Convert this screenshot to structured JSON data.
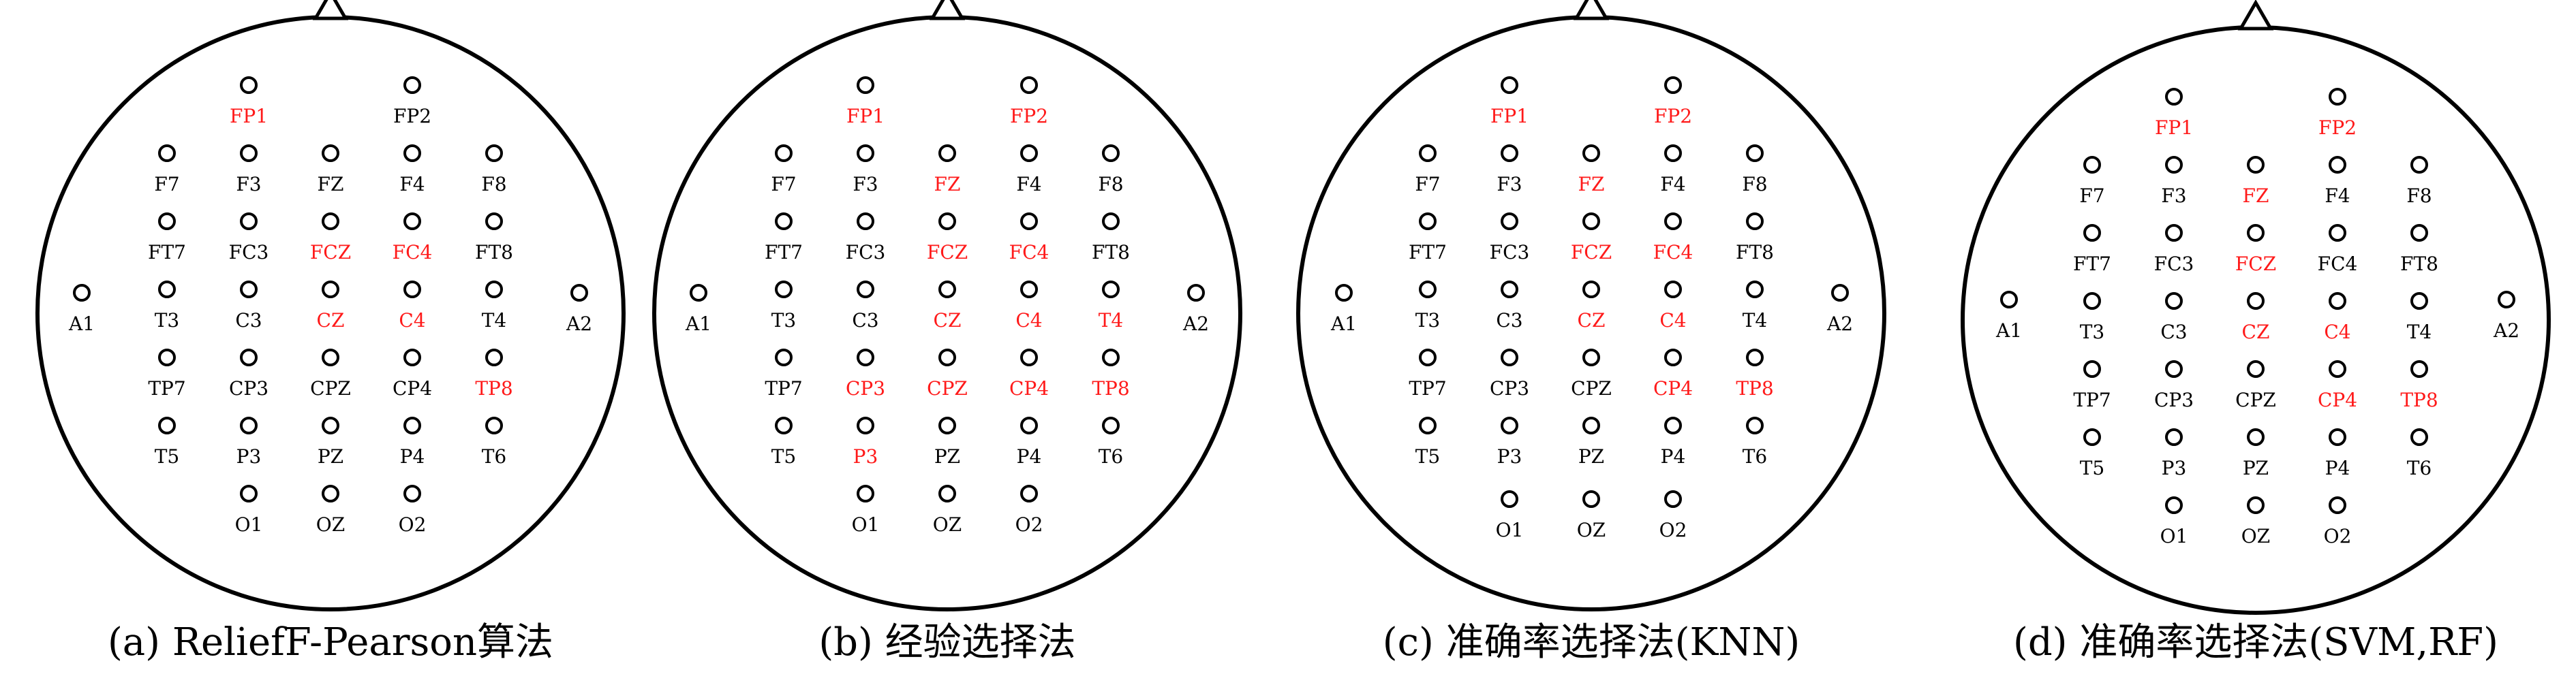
{
  "accent_colors": {
    "selected": "#ff1a1a",
    "unselected": "#000000",
    "outline": "#000000"
  },
  "electrode_grid": {
    "rows": [
      [
        {
          "label": "FP1",
          "col": 1
        },
        {
          "label": "FP2",
          "col": 3
        }
      ],
      [
        {
          "label": "F7",
          "col": 0
        },
        {
          "label": "F3",
          "col": 1
        },
        {
          "label": "FZ",
          "col": 2
        },
        {
          "label": "F4",
          "col": 3
        },
        {
          "label": "F8",
          "col": 4
        }
      ],
      [
        {
          "label": "FT7",
          "col": 0
        },
        {
          "label": "FC3",
          "col": 1
        },
        {
          "label": "FCZ",
          "col": 2
        },
        {
          "label": "FC4",
          "col": 3
        },
        {
          "label": "FT8",
          "col": 4
        }
      ],
      [
        {
          "label": "A1",
          "col": -1
        },
        {
          "label": "T3",
          "col": 0
        },
        {
          "label": "C3",
          "col": 1
        },
        {
          "label": "CZ",
          "col": 2
        },
        {
          "label": "C4",
          "col": 3
        },
        {
          "label": "T4",
          "col": 4
        },
        {
          "label": "A2",
          "col": 5
        }
      ],
      [
        {
          "label": "TP7",
          "col": 0
        },
        {
          "label": "CP3",
          "col": 1
        },
        {
          "label": "CPZ",
          "col": 2
        },
        {
          "label": "CP4",
          "col": 3
        },
        {
          "label": "TP8",
          "col": 4
        }
      ],
      [
        {
          "label": "T5",
          "col": 0
        },
        {
          "label": "P3",
          "col": 1
        },
        {
          "label": "PZ",
          "col": 2
        },
        {
          "label": "P4",
          "col": 3
        },
        {
          "label": "T6",
          "col": 4
        }
      ],
      [
        {
          "label": "O1",
          "col": 1
        },
        {
          "label": "OZ",
          "col": 2
        },
        {
          "label": "O2",
          "col": 3
        }
      ]
    ]
  },
  "panels": [
    {
      "caption": "(a) ReliefF-Pearson算法",
      "selected": [
        "FP1",
        "FCZ",
        "FC4",
        "CZ",
        "C4",
        "TP8"
      ]
    },
    {
      "caption": "(b) 经验选择法",
      "selected": [
        "FP1",
        "FP2",
        "FZ",
        "FCZ",
        "FC4",
        "CZ",
        "C4",
        "T4",
        "CP3",
        "CPZ",
        "CP4",
        "TP8",
        "P3"
      ]
    },
    {
      "caption": "(c) 准确率选择法(KNN)",
      "selected": [
        "FP1",
        "FP2",
        "FZ",
        "FCZ",
        "FC4",
        "CZ",
        "C4",
        "CP4",
        "TP8"
      ]
    },
    {
      "caption": "(d) 准确率选择法(SVM,RF)",
      "selected": [
        "FP1",
        "FP2",
        "FZ",
        "FCZ",
        "CZ",
        "C4",
        "CP4",
        "TP8"
      ]
    }
  ]
}
